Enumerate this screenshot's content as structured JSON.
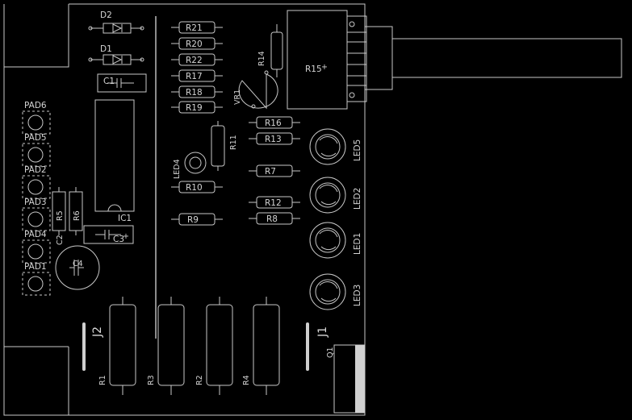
{
  "labels": {
    "d1": "D1",
    "d2": "D2",
    "c1": "C1",
    "c2": "C2",
    "c3": "C3",
    "c4": "C4",
    "ic1": "IC1",
    "r1": "R1",
    "r2": "R2",
    "r3": "R3",
    "r4": "R4",
    "r5": "R5",
    "r6": "R6",
    "r7": "R7",
    "r8": "R8",
    "r9": "R9",
    "r10": "R10",
    "r11": "R11",
    "r12": "R12",
    "r13": "R13",
    "r14": "R14",
    "r15": "R15",
    "r16": "R16",
    "r17": "R17",
    "r18": "R18",
    "r19": "R19",
    "r20": "R20",
    "r21": "R21",
    "r22": "R22",
    "vr1": "VR1",
    "led1": "LED1",
    "led2": "LED2",
    "led3": "LED3",
    "led4": "LED4",
    "led5": "LED5",
    "pad1": "PAD1",
    "pad2": "PAD2",
    "pad3": "PAD3",
    "pad4": "PAD4",
    "pad5": "PAD5",
    "pad6": "PAD6",
    "j1": "J1",
    "j2": "J2",
    "q1": "Q1"
  },
  "colors": {
    "background": "#000000",
    "silkscreen": "#c8c8c8"
  }
}
